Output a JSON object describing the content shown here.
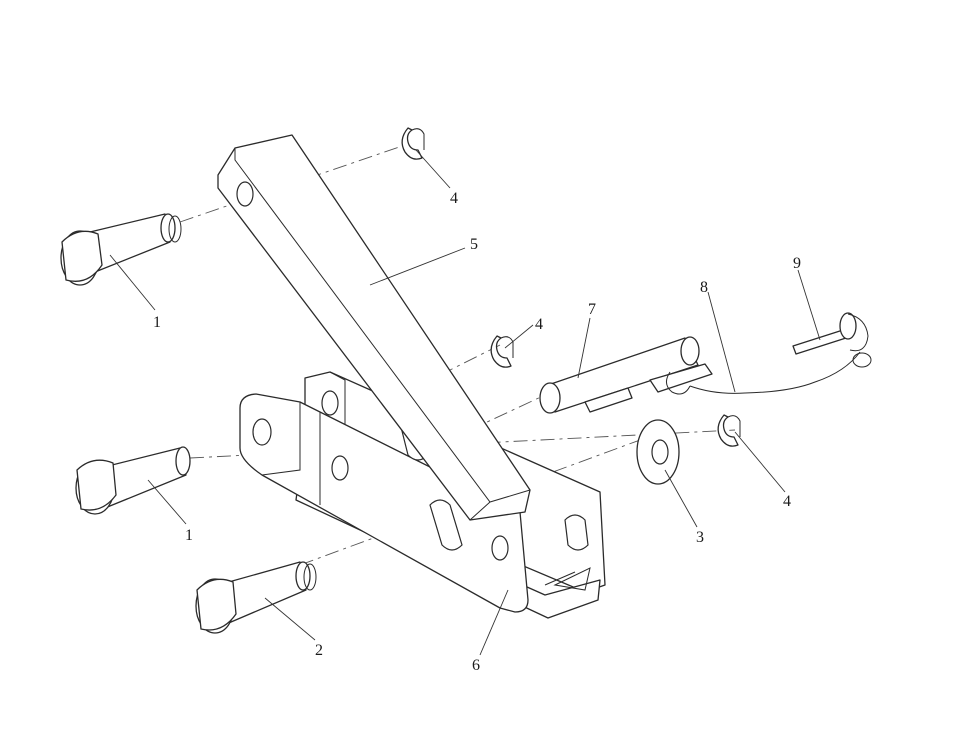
{
  "callouts": {
    "pin_upper": "1",
    "pin_lower": "1",
    "pin_short": "2",
    "washer": "3",
    "clip_top": "4",
    "clip_mid": "4",
    "clip_right": "4",
    "arm": "5",
    "bracket": "6",
    "shaft": "7",
    "lanyard": "8",
    "lynch_pin": "9"
  },
  "colors": {
    "line": "#2b2b2b",
    "background": "#ffffff"
  }
}
